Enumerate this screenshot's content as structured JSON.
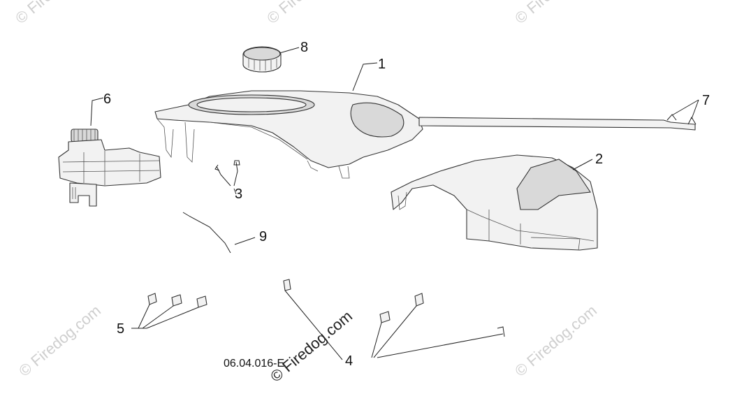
{
  "diagram": {
    "callouts": [
      "1",
      "2",
      "3",
      "4",
      "5",
      "6",
      "7",
      "8",
      "9"
    ],
    "document_code": "06.04.016-E"
  },
  "watermark": {
    "text": "© Firedog.com",
    "center_text": "© Firedog.com"
  },
  "icons": [
    "cover-part",
    "shroud-part",
    "gas-cap-part",
    "fuel-tank-part",
    "rod-part",
    "screw-part",
    "clip-part"
  ]
}
